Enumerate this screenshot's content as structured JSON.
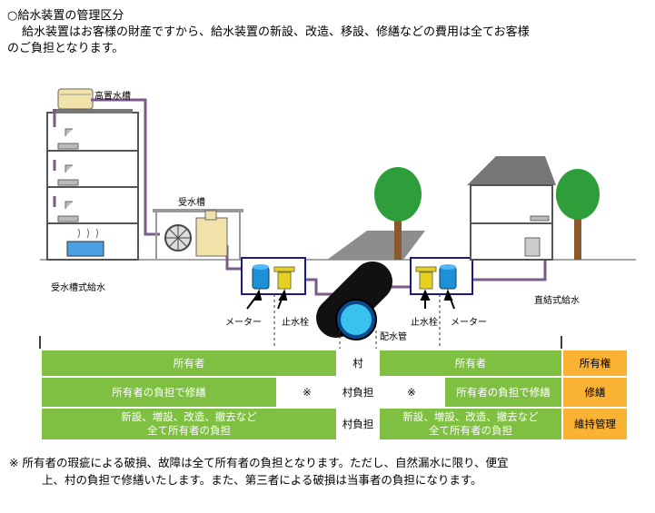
{
  "heading": "○給水装置の管理区分",
  "intro_line1": "給水装置はお客様の財産ですから、給水装置の新設、改造、移設、修繕などの費用は全てお客様",
  "intro_line2": "のご負担となります。",
  "labels": {
    "elevated_tank": "高置水槽",
    "receiving_tank": "受水槽",
    "receiving_tank_supply": "受水槽式給水",
    "direct_supply": "直結式給水",
    "meter_left": "メーター",
    "stopcock_left": "止水栓",
    "stopcock_right": "止水栓",
    "meter_right": "メーター",
    "distribution_pipe": "配水管"
  },
  "table": {
    "rows": [
      {
        "left": "所有者",
        "center": "村",
        "right": "所有者",
        "category": "所有権"
      },
      {
        "left": "所有者の負担で修繕",
        "left_mark": "※",
        "center": "村負担",
        "right_mark": "※",
        "right": "所有者の負担で修繕",
        "category": "修繕"
      },
      {
        "left_line1": "新設、増設、改造、撤去など",
        "left_line2": "全て所有者の負担",
        "center": "村負担",
        "right_line1": "新設、増設、改造、撤去など",
        "right_line2": "全て所有者の負担",
        "category": "維持管理"
      }
    ]
  },
  "footnote_line1": "※ 所有者の瑕疵による破損、故障は全て所有者の負担となります。ただし、自然漏水に限り、便宜",
  "footnote_line2": "上、村の負担で修繕いたします。また、第三者による破損は当事者の負担になります。",
  "colors": {
    "green": "#7fc043",
    "orange": "#f9b233",
    "pipe": "#7a5a8a",
    "meter_blue": "#1e90d8",
    "stopcock_yellow": "#e8d020",
    "tree": "#2e9e3a"
  }
}
